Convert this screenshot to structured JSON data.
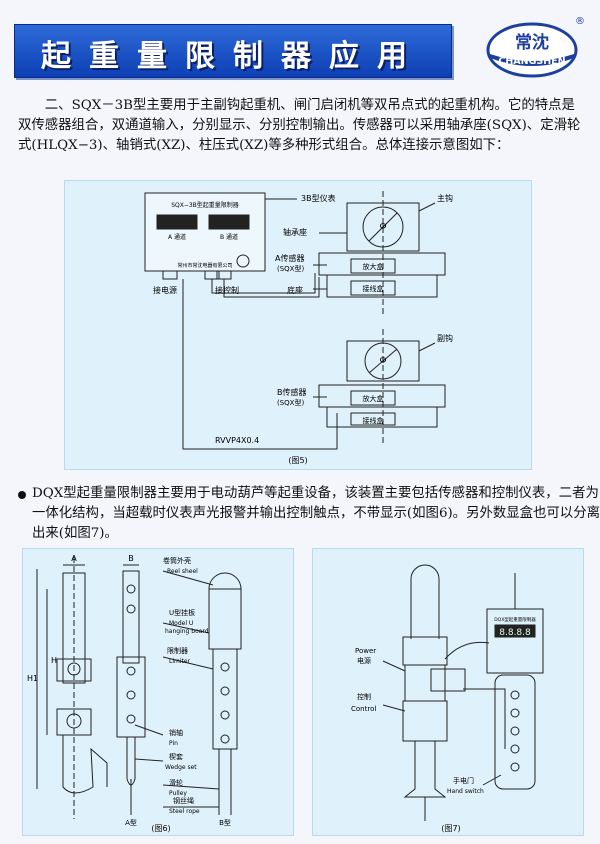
{
  "header": {
    "title": "起重量限制器应用",
    "logo": {
      "cn": "常沈",
      "en": "CHANGSHEN",
      "mark": "®",
      "color": "#1d3f9f"
    }
  },
  "paragraphs": {
    "p1": "二、SQX－3B型主要用于主副钩起重机、闸门启闭机等双吊点式的起重机构。它的特点是双传感器组合，双通道输入，分别显示、分别控制输出。传感器可以采用轴承座(SQX)、定滑轮式(HLQX−3)、轴销式(XZ)、柱压式(XZ)等多种形式组合。总体连接示意图如下：",
    "p2": "DQX型起重量限制器主要用于电动葫芦等起重设备，该装置主要包括传感器和控制仪表，二者为一体化结构，当超载时仪表声光报警并输出控制触点，不带显示(如图6)。另外数显盒也可以分离出来(如图7)。"
  },
  "fig5": {
    "caption": "(图5)",
    "device_title": "SQX−3B型起重量限制器",
    "device_footer": "常州市常沈电器有限公司",
    "display_a": "A 通道",
    "display_b": "B 通道",
    "label_meter": "3B型仪表",
    "label_main_hook": "主钩",
    "label_bearing_seat": "轴承座",
    "label_sensor_a": "A传感器",
    "label_sensor_a_type": "(SQX型)",
    "label_base": "底座",
    "label_amp": "放大盒",
    "label_junction": "接线盒",
    "label_power": "接电源",
    "label_control": "接控制",
    "label_aux_hook": "副钩",
    "label_sensor_b": "B传感器",
    "label_sensor_b_type": "(SQX型)",
    "label_cable": "RVVP4X0.4",
    "phi": "Φ"
  },
  "fig6": {
    "caption": "(图6)",
    "dim_a": "A",
    "dim_b": "B",
    "dim_h": "H",
    "dim_h1": "H1",
    "reel_cn": "卷筒外壳",
    "reel_en": "Reel sheel",
    "board_cn": "U型挂板",
    "board_en1": "Model U",
    "board_en2": "hanging board",
    "limiter_cn": "限制器",
    "limiter_en": "Limiter",
    "pin_cn": "销轴",
    "pin_en": "Pin",
    "wedge_cn": "楔套",
    "wedge_en": "Wedge set",
    "pulley_cn": "滑轮",
    "pulley_en": "Pulley",
    "rope_cn": "钢丝绳",
    "rope_en": "Steel rope",
    "type_a": "A型",
    "type_b": "B型"
  },
  "fig7": {
    "caption": "(图7)",
    "power_en": "Power",
    "power_cn": "电源",
    "control_cn": "控制",
    "control_en": "Control",
    "box_title": "DQX型起重量限制器",
    "box_digits": "8.8.8.8",
    "hand_cn": "手电门",
    "hand_en": "Hand switch"
  }
}
